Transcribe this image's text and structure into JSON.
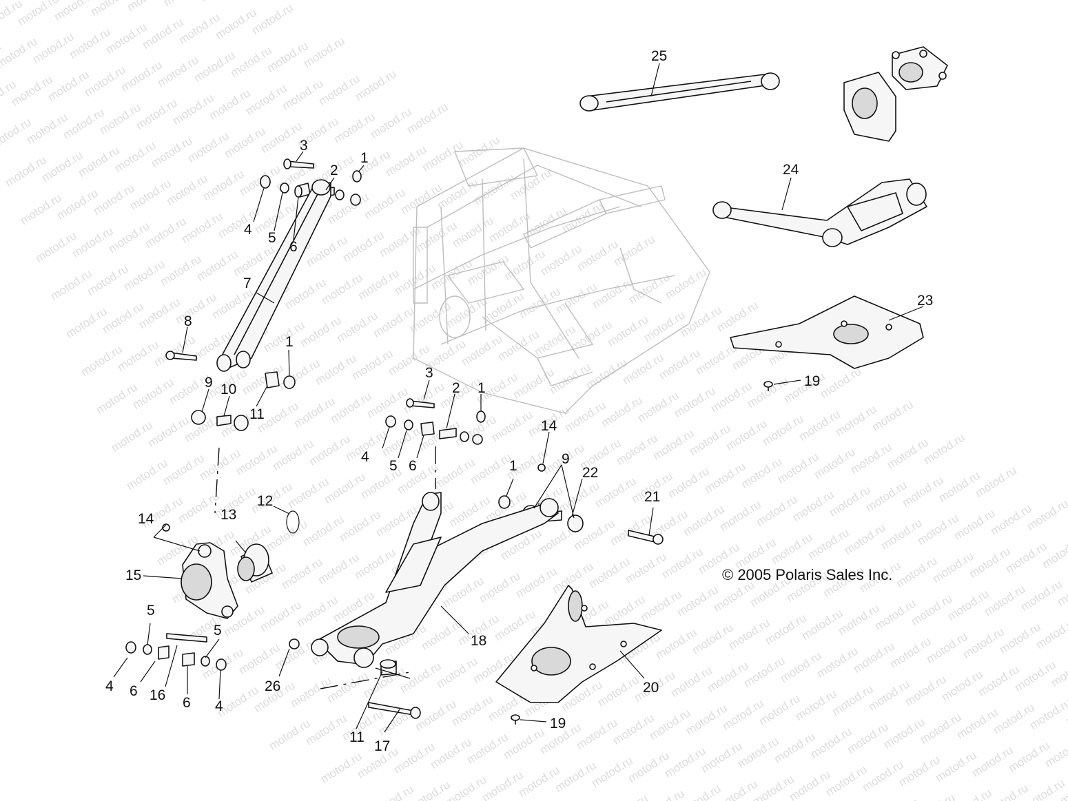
{
  "watermark": "motod.ru",
  "copyright": "© 2005 Polaris Sales Inc.",
  "callouts": {
    "c25": "25",
    "c24": "24",
    "c23": "23",
    "c19a": "19",
    "c3a": "3",
    "c2a": "2",
    "c1a": "1",
    "c4a": "4",
    "c5a": "5",
    "c6a": "6",
    "c7": "7",
    "c8": "8",
    "c1b": "1",
    "c9a": "9",
    "c10": "10",
    "c11a": "11",
    "c3b": "3",
    "c2b": "2",
    "c1c": "1",
    "c4b": "4",
    "c5b": "5",
    "c6b": "6",
    "c14a": "14",
    "c1d": "1",
    "c9b": "9",
    "c22": "22",
    "c21": "21",
    "c12": "12",
    "c13": "13",
    "c14b": "14",
    "c15": "15",
    "c5c": "5",
    "c5d": "5",
    "c4c": "4",
    "c6c": "6",
    "c16": "16",
    "c6d": "6",
    "c4d": "4",
    "c26": "26",
    "c18": "18",
    "c11b": "11",
    "c17": "17",
    "c20": "20",
    "c19b": "19"
  }
}
